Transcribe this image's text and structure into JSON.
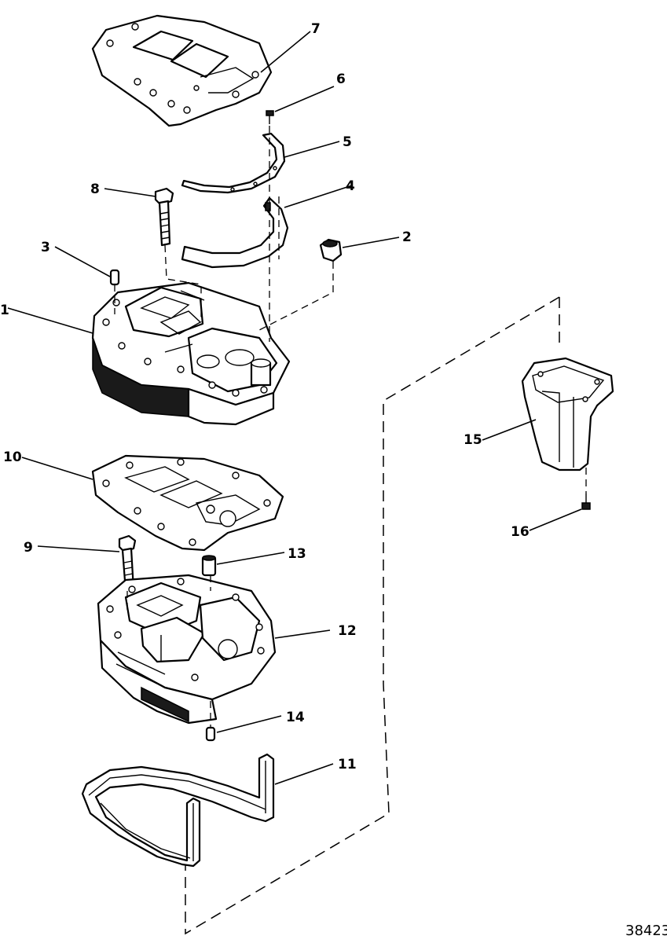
{
  "callouts": [
    {
      "id": "c1",
      "label": "1"
    },
    {
      "id": "c2",
      "label": "2"
    },
    {
      "id": "c3",
      "label": "3"
    },
    {
      "id": "c4",
      "label": "4"
    },
    {
      "id": "c5",
      "label": "5"
    },
    {
      "id": "c6",
      "label": "6"
    },
    {
      "id": "c7",
      "label": "7"
    },
    {
      "id": "c8",
      "label": "8"
    },
    {
      "id": "c9",
      "label": "9"
    },
    {
      "id": "c10",
      "label": "10"
    },
    {
      "id": "c11",
      "label": "11"
    },
    {
      "id": "c12",
      "label": "12"
    },
    {
      "id": "c13",
      "label": "13"
    },
    {
      "id": "c14",
      "label": "14"
    },
    {
      "id": "c15",
      "label": "15"
    },
    {
      "id": "c16",
      "label": "16"
    }
  ],
  "figure_number": "38423",
  "colors": {
    "ink": "#000000",
    "paper": "#ffffff"
  }
}
